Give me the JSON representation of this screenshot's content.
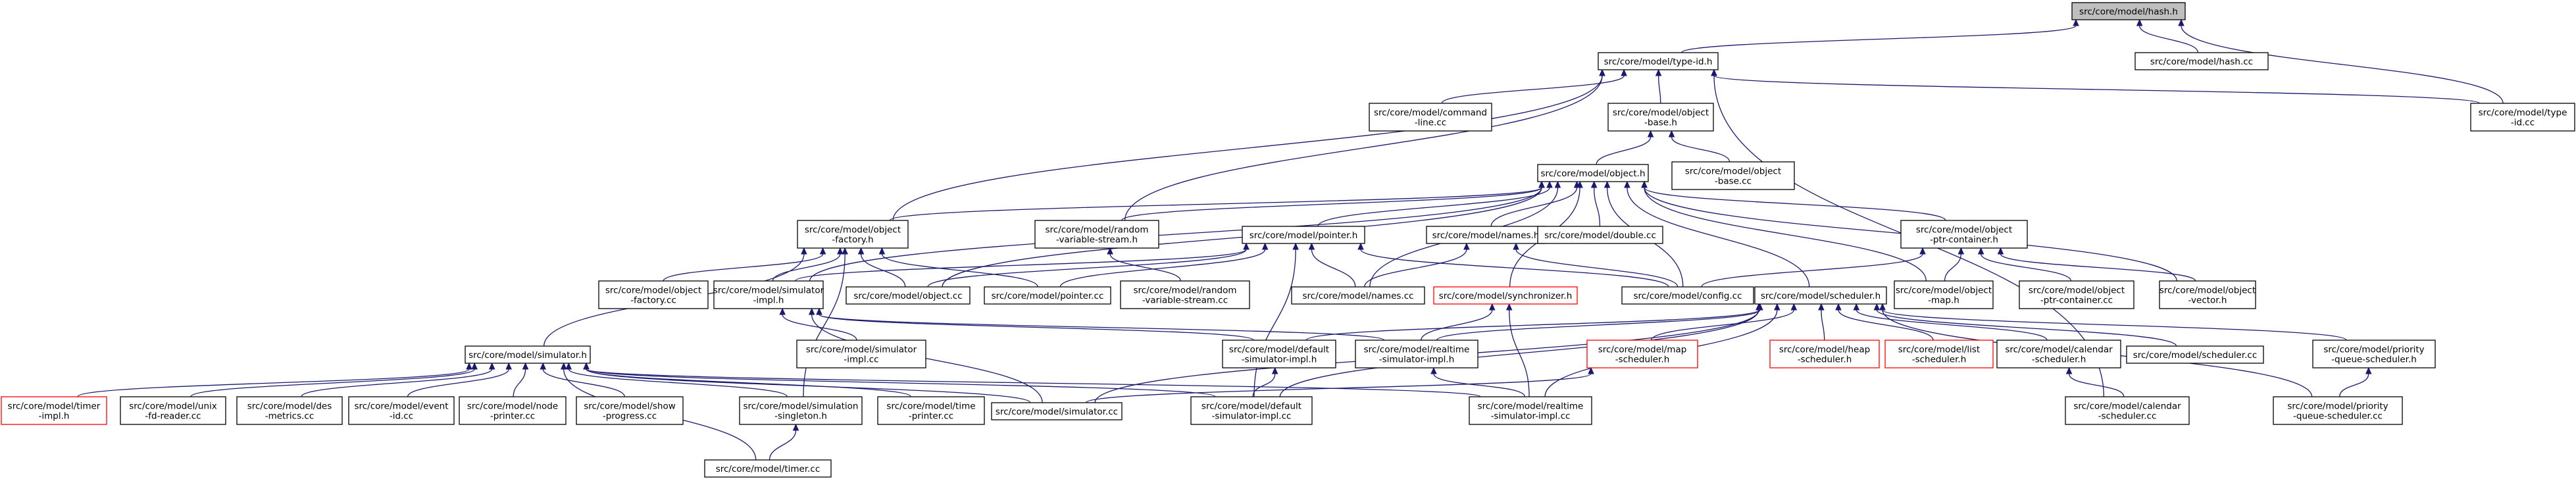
{
  "nodes": [
    {
      "id": "hash_h",
      "lines": [
        "src/core/model/hash.h"
      ],
      "root": true
    },
    {
      "id": "type_id_h",
      "lines": [
        "src/core/model/type-id.h"
      ]
    },
    {
      "id": "hash_cc",
      "lines": [
        "src/core/model/hash.cc"
      ]
    },
    {
      "id": "command_line_cc",
      "lines": [
        "src/core/model/command",
        "-line.cc"
      ]
    },
    {
      "id": "object_base_h",
      "lines": [
        "src/core/model/object",
        "-base.h"
      ]
    },
    {
      "id": "type_id_cc",
      "lines": [
        "src/core/model/type",
        "-id.cc"
      ]
    },
    {
      "id": "object_h",
      "lines": [
        "src/core/model/object.h"
      ]
    },
    {
      "id": "object_base_cc",
      "lines": [
        "src/core/model/object",
        "-base.cc"
      ]
    },
    {
      "id": "object_factory_h",
      "lines": [
        "src/core/model/object",
        "-factory.h"
      ]
    },
    {
      "id": "random_variable_stream_h",
      "lines": [
        "src/core/model/random",
        "-variable-stream.h"
      ]
    },
    {
      "id": "pointer_h",
      "lines": [
        "src/core/model/pointer.h"
      ]
    },
    {
      "id": "names_h",
      "lines": [
        "src/core/model/names.h"
      ]
    },
    {
      "id": "double_cc",
      "lines": [
        "src/core/model/double.cc"
      ]
    },
    {
      "id": "object_ptr_container_h",
      "lines": [
        "src/core/model/object",
        "-ptr-container.h"
      ]
    },
    {
      "id": "object_factory_cc",
      "lines": [
        "src/core/model/object",
        "-factory.cc"
      ]
    },
    {
      "id": "simulator_impl_h",
      "lines": [
        "src/core/model/simulator",
        "-impl.h"
      ]
    },
    {
      "id": "object_cc",
      "lines": [
        "src/core/model/object.cc"
      ]
    },
    {
      "id": "pointer_cc",
      "lines": [
        "src/core/model/pointer.cc"
      ]
    },
    {
      "id": "random_variable_stream_cc",
      "lines": [
        "src/core/model/random",
        "-variable-stream.cc"
      ]
    },
    {
      "id": "names_cc",
      "lines": [
        "src/core/model/names.cc"
      ]
    },
    {
      "id": "synchronizer_h",
      "lines": [
        "src/core/model/synchronizer.h"
      ],
      "red": true
    },
    {
      "id": "config_cc",
      "lines": [
        "src/core/model/config.cc"
      ]
    },
    {
      "id": "scheduler_h",
      "lines": [
        "src/core/model/scheduler.h"
      ]
    },
    {
      "id": "object_map_h",
      "lines": [
        "src/core/model/object",
        "-map.h"
      ]
    },
    {
      "id": "object_ptr_container_cc",
      "lines": [
        "src/core/model/object",
        "-ptr-container.cc"
      ]
    },
    {
      "id": "object_vector_h",
      "lines": [
        "src/core/model/object",
        "-vector.h"
      ]
    },
    {
      "id": "simulator_h",
      "lines": [
        "src/core/model/simulator.h"
      ]
    },
    {
      "id": "simulator_impl_cc",
      "lines": [
        "src/core/model/simulator",
        "-impl.cc"
      ]
    },
    {
      "id": "default_simulator_impl_h",
      "lines": [
        "src/core/model/default",
        "-simulator-impl.h"
      ]
    },
    {
      "id": "realtime_simulator_impl_h",
      "lines": [
        "src/core/model/realtime",
        "-simulator-impl.h"
      ]
    },
    {
      "id": "map_scheduler_h",
      "lines": [
        "src/core/model/map",
        "-scheduler.h"
      ],
      "red": true
    },
    {
      "id": "heap_scheduler_h",
      "lines": [
        "src/core/model/heap",
        "-scheduler.h"
      ],
      "red": true
    },
    {
      "id": "list_scheduler_h",
      "lines": [
        "src/core/model/list",
        "-scheduler.h"
      ],
      "red": true
    },
    {
      "id": "calendar_scheduler_h",
      "lines": [
        "src/core/model/calendar",
        "-scheduler.h"
      ]
    },
    {
      "id": "scheduler_cc",
      "lines": [
        "src/core/model/scheduler.cc"
      ]
    },
    {
      "id": "priority_queue_scheduler_h",
      "lines": [
        "src/core/model/priority",
        "-queue-scheduler.h"
      ]
    },
    {
      "id": "timer_impl_h",
      "lines": [
        "src/core/model/timer",
        "-impl.h"
      ],
      "red": true
    },
    {
      "id": "unix_fd_reader_cc",
      "lines": [
        "src/core/model/unix",
        "-fd-reader.cc"
      ]
    },
    {
      "id": "des_metrics_cc",
      "lines": [
        "src/core/model/des",
        "-metrics.cc"
      ]
    },
    {
      "id": "event_id_cc",
      "lines": [
        "src/core/model/event",
        "-id.cc"
      ]
    },
    {
      "id": "node_printer_cc",
      "lines": [
        "src/core/model/node",
        "-printer.cc"
      ]
    },
    {
      "id": "show_progress_cc",
      "lines": [
        "src/core/model/show",
        "-progress.cc"
      ]
    },
    {
      "id": "simulation_singleton_h",
      "lines": [
        "src/core/model/simulation",
        "-singleton.h"
      ]
    },
    {
      "id": "time_printer_cc",
      "lines": [
        "src/core/model/time",
        "-printer.cc"
      ]
    },
    {
      "id": "simulator_cc",
      "lines": [
        "src/core/model/simulator.cc"
      ]
    },
    {
      "id": "default_simulator_impl_cc",
      "lines": [
        "src/core/model/default",
        "-simulator-impl.cc"
      ]
    },
    {
      "id": "realtime_simulator_impl_cc",
      "lines": [
        "src/core/model/realtime",
        "-simulator-impl.cc"
      ]
    },
    {
      "id": "calendar_scheduler_cc",
      "lines": [
        "src/core/model/calendar",
        "-scheduler.cc"
      ]
    },
    {
      "id": "priority_queue_scheduler_cc",
      "lines": [
        "src/core/model/priority",
        "-queue-scheduler.cc"
      ]
    },
    {
      "id": "timer_cc",
      "lines": [
        "src/core/model/timer.cc"
      ]
    }
  ],
  "edges": [
    [
      "hash_h",
      "type_id_h"
    ],
    [
      "hash_h",
      "hash_cc"
    ],
    [
      "hash_h",
      "type_id_cc"
    ],
    [
      "type_id_h",
      "command_line_cc"
    ],
    [
      "type_id_h",
      "object_base_h"
    ],
    [
      "type_id_h",
      "type_id_cc"
    ],
    [
      "type_id_h",
      "object_factory_h"
    ],
    [
      "type_id_h",
      "random_variable_stream_h"
    ],
    [
      "type_id_h",
      "calendar_scheduler_cc"
    ],
    [
      "object_base_h",
      "object_h"
    ],
    [
      "object_base_h",
      "object_base_cc"
    ],
    [
      "object_h",
      "object_factory_h"
    ],
    [
      "object_h",
      "random_variable_stream_h"
    ],
    [
      "object_h",
      "pointer_h"
    ],
    [
      "object_h",
      "names_h"
    ],
    [
      "object_h",
      "double_cc"
    ],
    [
      "object_h",
      "object_ptr_container_h"
    ],
    [
      "object_h",
      "object_cc"
    ],
    [
      "object_h",
      "names_cc"
    ],
    [
      "object_h",
      "synchronizer_h"
    ],
    [
      "object_h",
      "config_cc"
    ],
    [
      "object_h",
      "scheduler_h"
    ],
    [
      "object_h",
      "object_map_h"
    ],
    [
      "object_h",
      "object_vector_h"
    ],
    [
      "object_h",
      "simulator_impl_h"
    ],
    [
      "object_factory_h",
      "object_factory_cc"
    ],
    [
      "object_factory_h",
      "simulator_impl_h"
    ],
    [
      "object_factory_h",
      "object_cc"
    ],
    [
      "object_factory_h",
      "pointer_cc"
    ],
    [
      "object_factory_h",
      "simulator_h"
    ],
    [
      "object_factory_h",
      "simulation_singleton_h"
    ],
    [
      "random_variable_stream_h",
      "random_variable_stream_cc"
    ],
    [
      "pointer_h",
      "object_cc"
    ],
    [
      "pointer_h",
      "pointer_cc"
    ],
    [
      "pointer_h",
      "names_cc"
    ],
    [
      "pointer_h",
      "config_cc"
    ],
    [
      "pointer_h",
      "simulator_impl_h"
    ],
    [
      "pointer_h",
      "default_simulator_impl_cc"
    ],
    [
      "names_h",
      "names_cc"
    ],
    [
      "names_h",
      "config_cc"
    ],
    [
      "object_ptr_container_h",
      "config_cc"
    ],
    [
      "object_ptr_container_h",
      "object_map_h"
    ],
    [
      "object_ptr_container_h",
      "object_ptr_container_cc"
    ],
    [
      "object_ptr_container_h",
      "object_vector_h"
    ],
    [
      "simulator_impl_h",
      "simulator_impl_cc"
    ],
    [
      "simulator_impl_h",
      "default_simulator_impl_h"
    ],
    [
      "simulator_impl_h",
      "realtime_simulator_impl_h"
    ],
    [
      "simulator_impl_h",
      "simulator_cc"
    ],
    [
      "synchronizer_h",
      "realtime_simulator_impl_h"
    ],
    [
      "synchronizer_h",
      "realtime_simulator_impl_cc"
    ],
    [
      "scheduler_h",
      "default_simulator_impl_h"
    ],
    [
      "scheduler_h",
      "realtime_simulator_impl_h"
    ],
    [
      "scheduler_h",
      "map_scheduler_h"
    ],
    [
      "scheduler_h",
      "heap_scheduler_h"
    ],
    [
      "scheduler_h",
      "list_scheduler_h"
    ],
    [
      "scheduler_h",
      "calendar_scheduler_h"
    ],
    [
      "scheduler_h",
      "scheduler_cc"
    ],
    [
      "scheduler_h",
      "priority_queue_scheduler_h"
    ],
    [
      "scheduler_h",
      "simulator_cc"
    ],
    [
      "scheduler_h",
      "default_simulator_impl_cc"
    ],
    [
      "scheduler_h",
      "realtime_simulator_impl_cc"
    ],
    [
      "scheduler_h",
      "priority_queue_scheduler_cc"
    ],
    [
      "default_simulator_impl_h",
      "default_simulator_impl_cc"
    ],
    [
      "realtime_simulator_impl_h",
      "realtime_simulator_impl_cc"
    ],
    [
      "map_scheduler_h",
      "simulator_cc"
    ],
    [
      "calendar_scheduler_h",
      "calendar_scheduler_cc"
    ],
    [
      "priority_queue_scheduler_h",
      "priority_queue_scheduler_cc"
    ],
    [
      "simulator_h",
      "timer_impl_h"
    ],
    [
      "simulator_h",
      "unix_fd_reader_cc"
    ],
    [
      "simulator_h",
      "des_metrics_cc"
    ],
    [
      "simulator_h",
      "event_id_cc"
    ],
    [
      "simulator_h",
      "node_printer_cc"
    ],
    [
      "simulator_h",
      "show_progress_cc"
    ],
    [
      "simulator_h",
      "simulation_singleton_h"
    ],
    [
      "simulator_h",
      "time_printer_cc"
    ],
    [
      "simulator_h",
      "simulator_cc"
    ],
    [
      "simulator_h",
      "timer_cc"
    ],
    [
      "simulator_h",
      "default_simulator_impl_cc"
    ],
    [
      "simulator_h",
      "realtime_simulator_impl_cc"
    ],
    [
      "simulation_singleton_h",
      "timer_cc"
    ]
  ]
}
